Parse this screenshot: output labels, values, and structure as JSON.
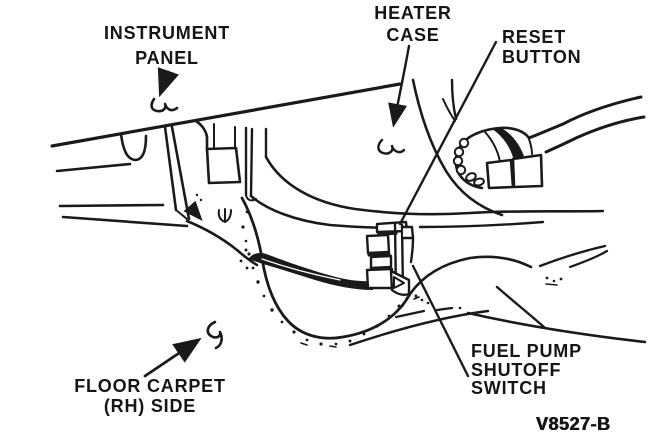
{
  "diagram": {
    "type": "service-manual-line-art",
    "labels": {
      "instrument_panel": {
        "line1": "INSTRUMENT",
        "line2": "PANEL"
      },
      "heater_case": {
        "line1": "HEATER",
        "line2": "CASE"
      },
      "reset_button": {
        "line1": "RESET",
        "line2": "BUTTON"
      },
      "fuel_pump_shutoff_switch": {
        "line1": "FUEL PUMP",
        "line2": "SHUTOFF",
        "line3": "SWITCH"
      },
      "floor_carpet_rh_side": {
        "line1": "FLOOR CARPET",
        "line2": "(RH) SIDE"
      },
      "figure_code": "V8527-B"
    },
    "colors": {
      "ink": "#1a1a1a",
      "background": "#ffffff"
    }
  }
}
